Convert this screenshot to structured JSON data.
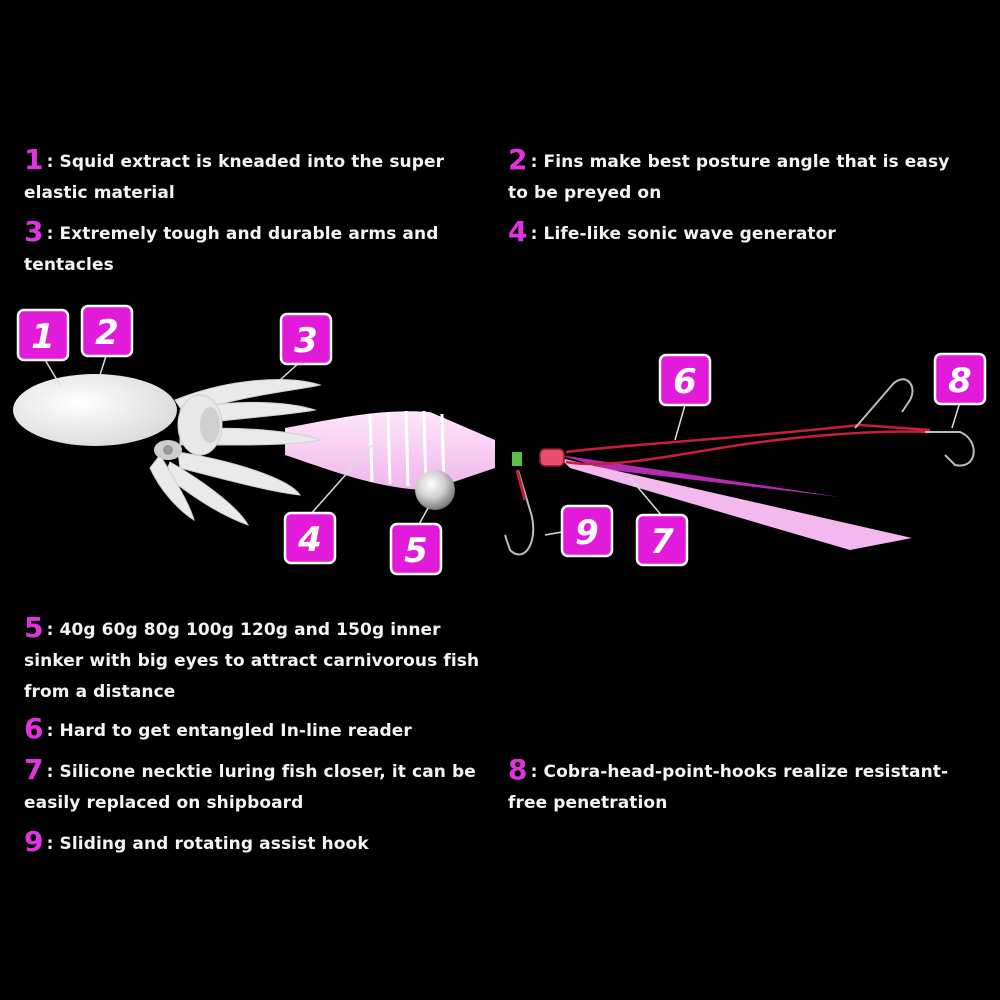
{
  "colors": {
    "accent": "#e233e0",
    "badge": "#e21ad9",
    "background": "#000000",
    "text": "#f4f4f4",
    "line": "#c81e3c",
    "necktie": "#f3b8ee"
  },
  "features": [
    {
      "num": "1",
      "text": ": Squid extract is kneaded into the super elastic material"
    },
    {
      "num": "2",
      "text": ": Fins make best posture angle that is easy to be preyed on"
    },
    {
      "num": "3",
      "text": ": Extremely tough and durable arms and tentacles"
    },
    {
      "num": "4",
      "text": ": Life-like sonic wave generator"
    },
    {
      "num": "5",
      "text": ": 40g 60g 80g 100g 120g and 150g inner sinker with big eyes to attract carnivorous fish from a distance"
    },
    {
      "num": "6",
      "text": ": Hard to get entangled In-line reader"
    },
    {
      "num": "7",
      "text": ": Silicone necktie luring fish closer, it can be easily replaced on shipboard"
    },
    {
      "num": "8",
      "text": ": Cobra-head-point-hooks realize resistant-free penetration"
    },
    {
      "num": "9",
      "text": ": Sliding and rotating assist hook"
    }
  ],
  "badges": [
    "1",
    "2",
    "3",
    "4",
    "5",
    "6",
    "7",
    "8",
    "9"
  ]
}
